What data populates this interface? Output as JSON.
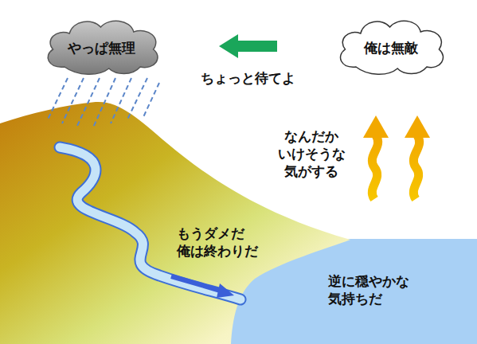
{
  "diagram": {
    "nodes": [
      {
        "text": [
          "やっぱ無理"
        ]
      },
      {
        "text": [
          "俺は無敵"
        ]
      }
    ],
    "edges": [
      {
        "from": 1,
        "to": 0,
        "arrow": "to",
        "label": "ちょっと待てよ"
      }
    ],
    "labels": [
      "なんだか いけそうな 気がする",
      "もうダメだ 俺は終わりだ",
      "逆に穏やかな 気持ちだ"
    ]
  }
}
